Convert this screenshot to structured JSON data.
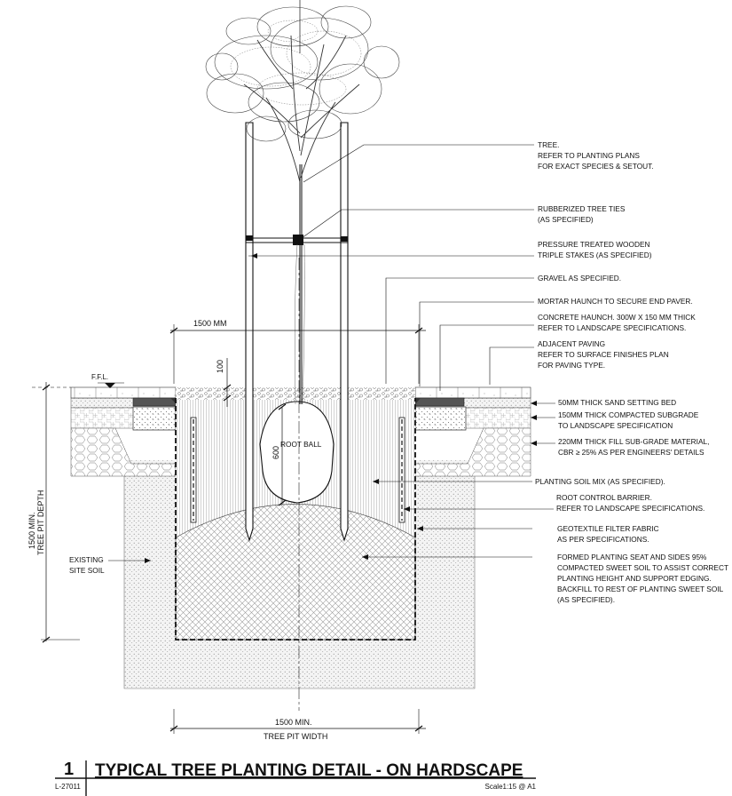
{
  "labels": {
    "tree": [
      "TREE.",
      "REFER TO PLANTING PLANS",
      "FOR EXACT SPECIES & SETOUT."
    ],
    "ties": [
      "RUBBERIZED TREE TIES",
      "(AS SPECIFIED)"
    ],
    "stakes": [
      "PRESSURE TREATED WOODEN",
      "TRIPLE STAKES (AS SPECIFIED)"
    ],
    "gravel": [
      "GRAVEL AS SPECIFIED."
    ],
    "mortar": [
      "MORTAR HAUNCH TO SECURE END PAVER."
    ],
    "concrete": [
      "CONCRETE HAUNCH. 300W X 150 MM THICK",
      "REFER TO LANDSCAPE SPECIFICATIONS."
    ],
    "paving": [
      "ADJACENT PAVING",
      "REFER TO SURFACE FINISHES PLAN",
      "FOR PAVING TYPE."
    ],
    "sand": [
      "50MM THICK SAND SETTING BED"
    ],
    "subgrade": [
      "150MM THICK COMPACTED SUBGRADE",
      "TO LANDSCAPE SPECIFICATION"
    ],
    "fill": [
      "220MM THICK FILL SUB-GRADE MATERIAL,",
      "CBR ≥ 25% AS PER ENGINEERS' DETAILS"
    ],
    "soil_mix": [
      "PLANTING SOIL MIX (AS SPECIFIED)."
    ],
    "barrier": [
      "ROOT CONTROL BARRIER.",
      "REFER TO LANDSCAPE SPECIFICATIONS."
    ],
    "geotextile": [
      "GEOTEXTILE FILTER FABRIC",
      "AS PER SPECIFICATIONS."
    ],
    "formed": [
      "FORMED PLANTING SEAT AND SIDES 95%",
      "COMPACTED SWEET SOIL TO ASSIST CORRECT",
      "PLANTING HEIGHT AND SUPPORT EDGING.",
      "BACKFILL TO REST OF PLANTING SWEET SOIL",
      "(AS SPECIFIED)."
    ],
    "existing": [
      "EXISTING",
      "SITE SOIL"
    ],
    "root_ball": "ROOT BALL",
    "ffl": "F.F.L."
  },
  "dimensions": {
    "top_width": "1500 MM",
    "gravel_depth": "100",
    "root_ball_depth": "600",
    "pit_depth": [
      "1500 MIN.",
      "TREE PIT DEPTH"
    ],
    "pit_width": [
      "1500 MIN.",
      "TREE PIT WIDTH"
    ]
  },
  "title_block": {
    "number": "1",
    "title": "TYPICAL TREE PLANTING DETAIL - ON HARDSCAPE",
    "sheet": "L-27011",
    "scale": "Scale1:15 @ A1"
  }
}
